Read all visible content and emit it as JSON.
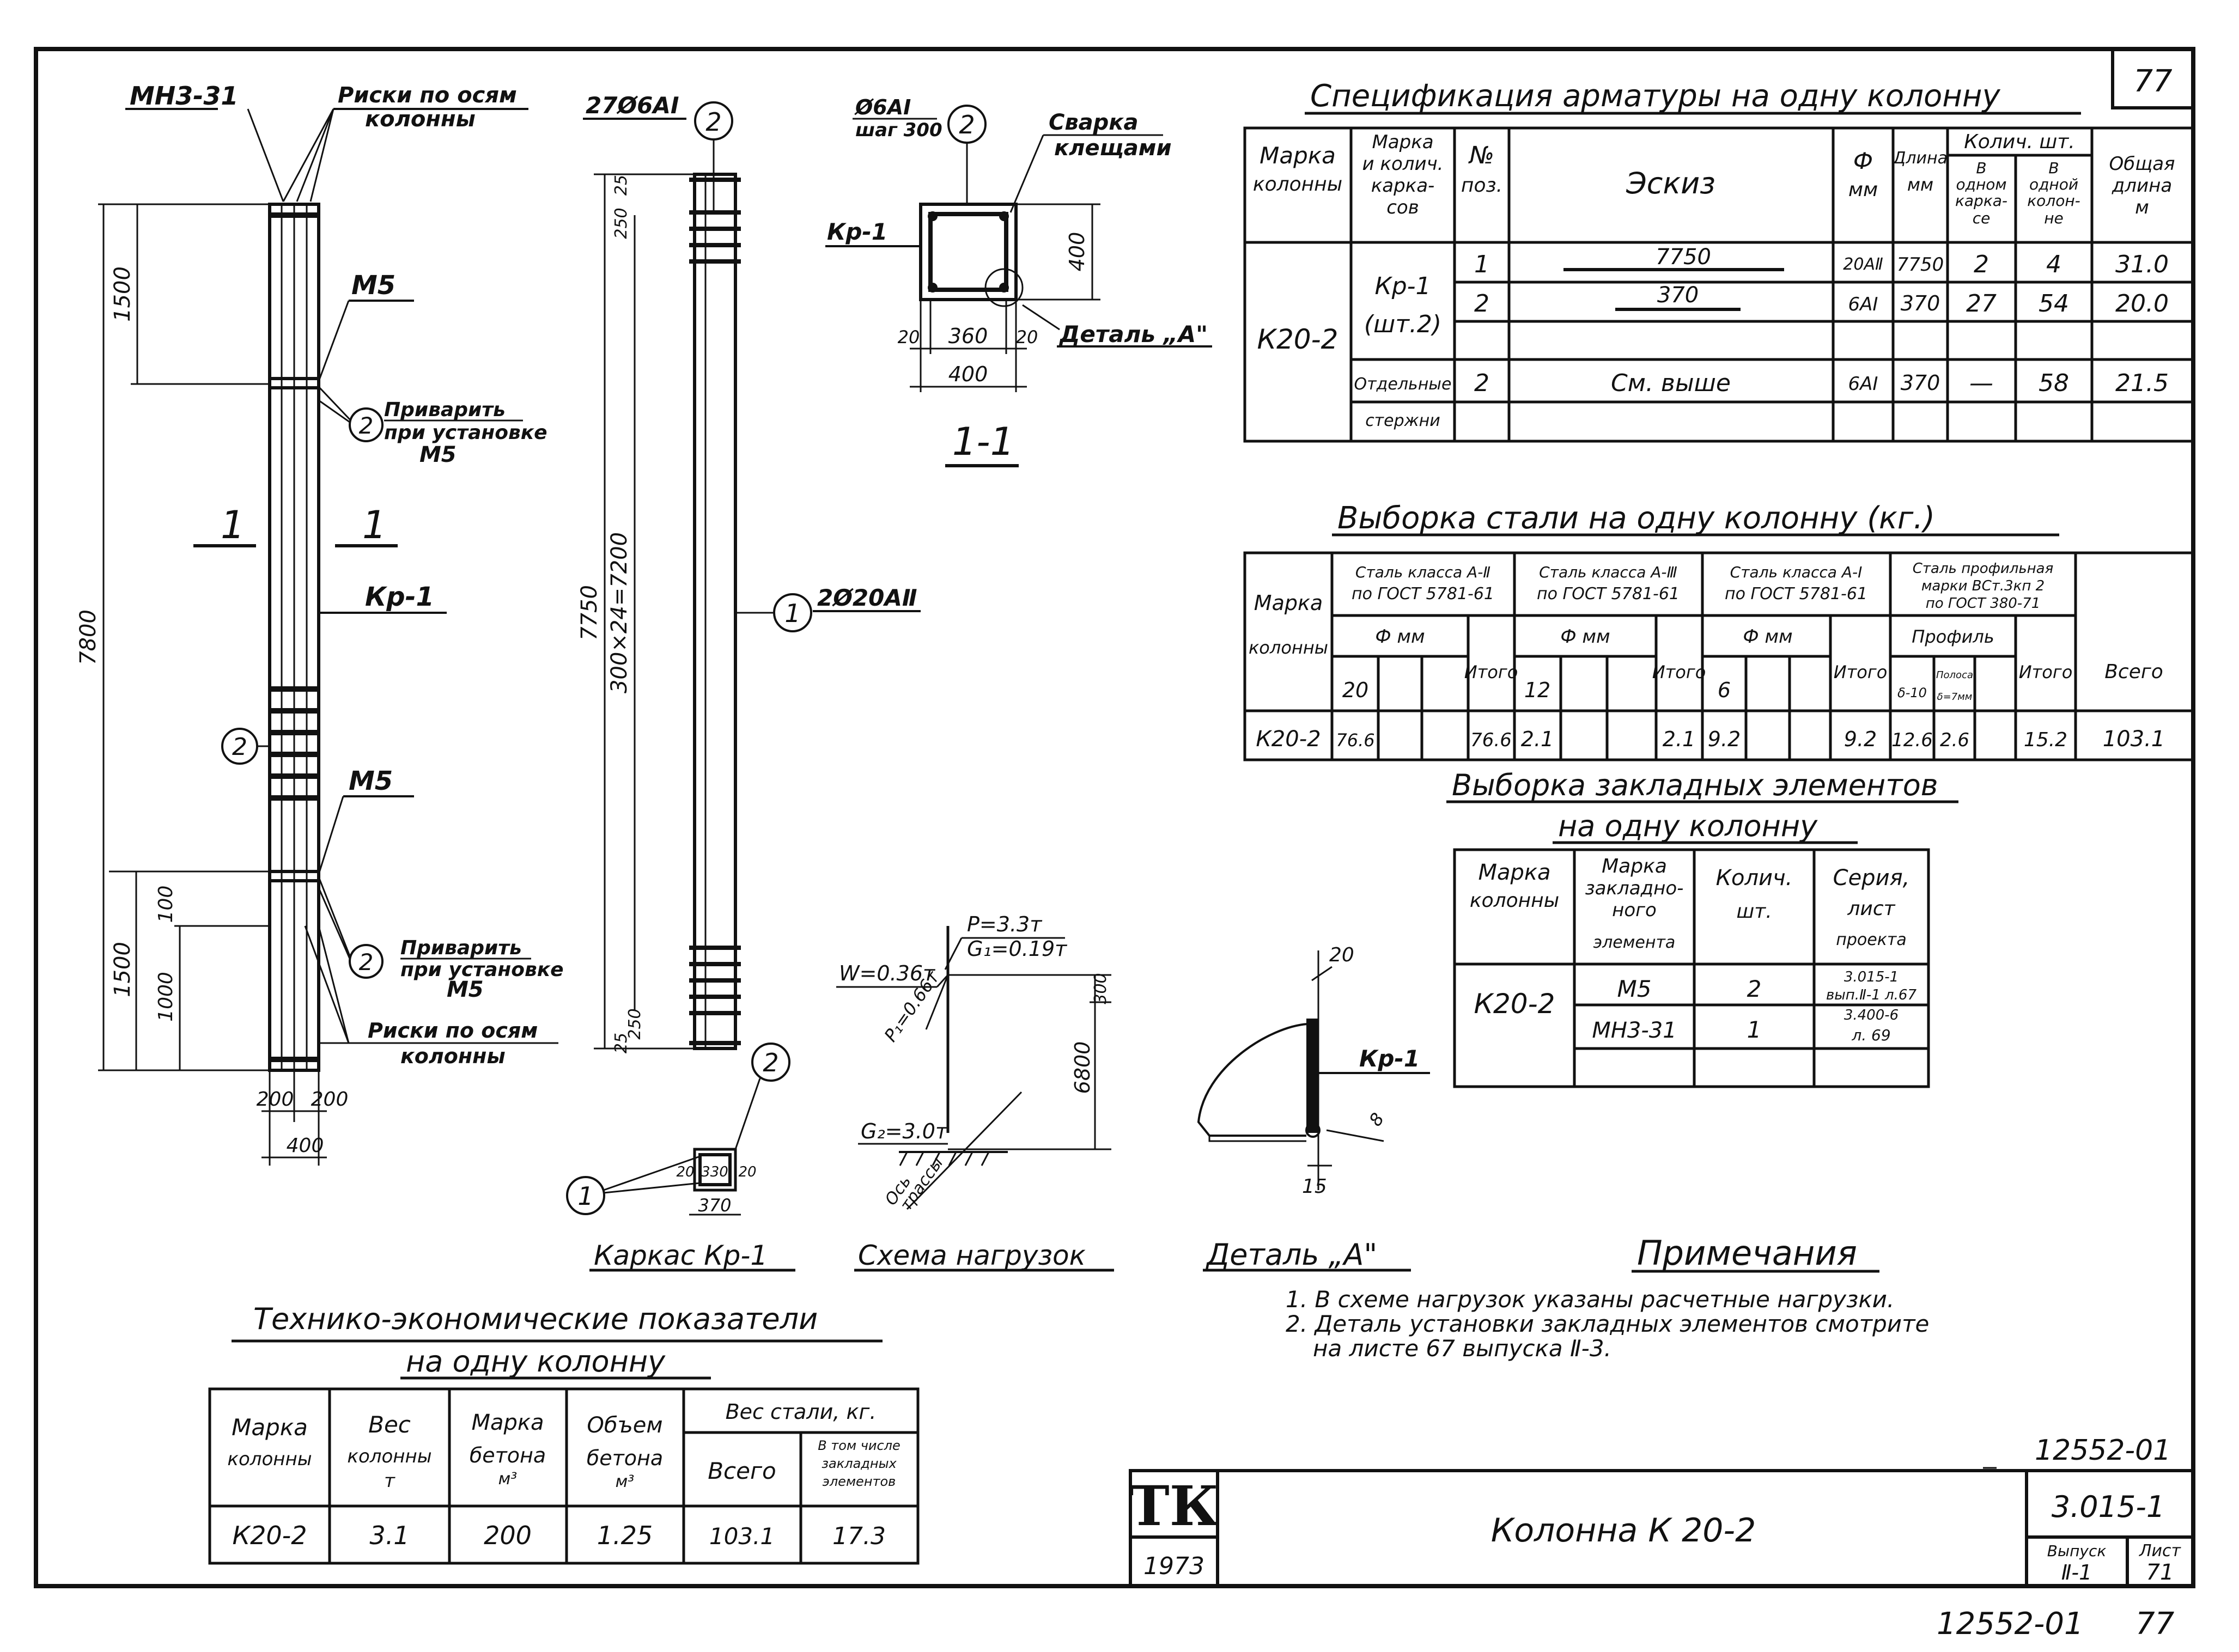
{
  "page_number": "77",
  "column_elevation": {
    "label_mn": "МН3-31",
    "label_marks_top": [
      "Риски по осям",
      "колонны"
    ],
    "label_m5_top": "М5",
    "label_weld_top": [
      "Приварить",
      "при установке",
      "М5"
    ],
    "label_m5_bottom": "М5",
    "label_weld_bottom": [
      "Приварить",
      "при установке",
      "М5"
    ],
    "label_marks_bottom": [
      "Риски по осям",
      "колонны"
    ],
    "label_kr": "Кр-1",
    "section_mark": "1",
    "dim_1500_top": "1500",
    "dim_7800": "7800",
    "dim_1500_bottom": "1500",
    "dim_1000": "1000",
    "dim_100": "100",
    "dim_200a": "200",
    "dim_200b": "200",
    "dim_400": "400",
    "callout_2": "2"
  },
  "cage": {
    "label_top": "27Ø6АI",
    "callout_top": "2",
    "callout_mid": "1",
    "label_mid": "2Ø20АⅡ",
    "dim_7750": "7750",
    "dim_300x24": "300×24=7200",
    "dim_25a": "25",
    "dim_250a": "250",
    "dim_250b": "250",
    "dim_25b": "25"
  },
  "section_1_1": {
    "label_phi": "Ø6АI",
    "label_step": "шаг 300",
    "callout": "2",
    "label_weld": [
      "Сварка",
      "клещами"
    ],
    "label_kr": "Кр-1",
    "label_detail": "Деталь „А\"",
    "dim_400v": "400",
    "dim_20a": "20",
    "dim_360": "360",
    "dim_20b": "20",
    "dim_400h": "400",
    "title": "1-1"
  },
  "cage_section": {
    "callout_top": "2",
    "callout_left": "1",
    "dim_20a": "20",
    "dim_330": "330",
    "dim_20b": "20",
    "dim_370": "370",
    "title": "Каркас Кр-1"
  },
  "load_scheme": {
    "p": "P=3.3т",
    "g1": "G₁=0.19т",
    "w": "W=0.36т",
    "p1": "P₁=0.66т",
    "g2": "G₂=3.0т",
    "dim_300": "300",
    "dim_6800": "6800",
    "axis": [
      "Ось",
      "трассы"
    ],
    "title": "Схема нагрузок"
  },
  "detail_a": {
    "dim_20": "20",
    "label_kr": "Кр-1",
    "dim_8": "8",
    "dim_15": "15",
    "title": "Деталь „А\""
  },
  "spec_table": {
    "title": "Спецификация арматуры на одну колонну",
    "headers": {
      "mark": [
        "Марка",
        "колонны"
      ],
      "frames": [
        "Марка",
        "и колич.",
        "карка-",
        "сов"
      ],
      "pos": [
        "№",
        "поз."
      ],
      "sketch": "Эскиз",
      "dia": [
        "Ф",
        "мм"
      ],
      "len": [
        "Длина",
        "мм"
      ],
      "count": "Колич. шт.",
      "in_frame": [
        "В",
        "одном",
        "карка-",
        "се"
      ],
      "in_column": [
        "В",
        "одной",
        "колон-",
        "не"
      ],
      "total": [
        "Общая",
        "длина",
        "м"
      ]
    },
    "mark": "К20-2",
    "frames": [
      "Кр-1",
      "(шт.2)"
    ],
    "sep_rods": [
      "Отдельные",
      "стержни"
    ],
    "rows": [
      {
        "pos": "1",
        "sketch": "7750",
        "dia": "20АⅡ",
        "len": "7750",
        "in_frame": "2",
        "in_column": "4",
        "total": "31.0"
      },
      {
        "pos": "2",
        "sketch": "370",
        "dia": "6АI",
        "len": "370",
        "in_frame": "27",
        "in_column": "54",
        "total": "20.0"
      },
      {
        "pos": "2",
        "sketch": "См. выше",
        "dia": "6АI",
        "len": "370",
        "in_frame": "—",
        "in_column": "58",
        "total": "21.5"
      }
    ]
  },
  "steel_table": {
    "title": "Выборка стали на одну колонну (кг.)",
    "headers": {
      "mark": [
        "Марка",
        "колонны"
      ],
      "cls2": [
        "Сталь класса А-Ⅱ",
        "по ГОСТ 5781-61"
      ],
      "cls3": [
        "Сталь класса А-Ⅲ",
        "по ГОСТ 5781-61"
      ],
      "cls1": [
        "Сталь класса А-I",
        "по ГОСТ 5781-61"
      ],
      "profile": [
        "Сталь профильная",
        "марки ВСт.3кп 2",
        "по ГОСТ 380-71"
      ],
      "phi": "Ф мм",
      "prof": "Профиль",
      "itogo": "Итого",
      "vsego": "Всего",
      "d20": "20",
      "d12": "12",
      "d6": "6",
      "s10": "δ-10",
      "plate": [
        "Полоса",
        "δ=7мм"
      ]
    },
    "row": {
      "mark": "К20-2",
      "a2_20": "76.6",
      "a2_total": "76.6",
      "a3_12": "2.1",
      "a3_total": "2.1",
      "a1_6": "9.2",
      "a1_total": "9.2",
      "p1": "12.6",
      "p2": "2.6",
      "p_total": "15.2",
      "all": "103.1"
    }
  },
  "embed_table": {
    "title": [
      "Выборка закладных элементов",
      "на одну колонну"
    ],
    "headers": {
      "mark": [
        "Марка",
        "колонны"
      ],
      "elem": [
        "Марка",
        "закладно-",
        "ного",
        "элемента"
      ],
      "count": [
        "Колич.",
        "шт."
      ],
      "series": [
        "Серия,",
        "лист",
        "проекта"
      ]
    },
    "mark": "К20-2",
    "rows": [
      {
        "elem": "М5",
        "count": "2",
        "series": [
          "3.015-1",
          "вып.Ⅱ-1 л.67"
        ]
      },
      {
        "elem": "МН3-31",
        "count": "1",
        "series": [
          "3.400-6",
          "л. 69"
        ]
      }
    ]
  },
  "notes": {
    "title": "Примечания",
    "items": [
      "1. В схеме нагрузок указаны расчетные нагрузки.",
      "2. Деталь установки закладных элементов смотрите",
      "на листе 67 выпуска Ⅱ-3."
    ]
  },
  "tech_table": {
    "title": [
      "Технико-экономические показатели",
      "на одну колонну"
    ],
    "headers": {
      "mark": [
        "Марка",
        "колонны"
      ],
      "weight": [
        "Вес",
        "колонны",
        "т"
      ],
      "concrete": [
        "Марка",
        "бетона",
        "м³"
      ],
      "volume": [
        "Объем",
        "бетона",
        "м³"
      ],
      "steel": "Вес стали, кг.",
      "total": "Всего",
      "embedded": [
        "В том числе",
        "закладных",
        "элементов"
      ]
    },
    "row": {
      "mark": "К20-2",
      "weight": "3.1",
      "concrete": "200",
      "volume": "1.25",
      "total": "103.1",
      "embedded": "17.3"
    }
  },
  "title_block": {
    "doc_number": "12552-01",
    "logo": "ТК",
    "year": "1973",
    "name": "Колонна К 20-2",
    "series": "3.015-1",
    "issue_label": "Выпуск",
    "issue": "Ⅱ-1",
    "sheet_label": "Лист",
    "sheet": "71"
  },
  "footer": {
    "code": "12552-01",
    "page": "77"
  }
}
